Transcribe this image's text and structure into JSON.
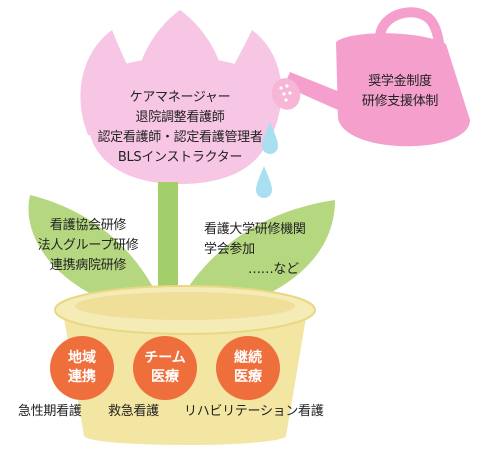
{
  "flower": {
    "lines": [
      "ケアマネージャー",
      "退院調整看護師",
      "認定看護師・認定看護管理者",
      "BLSインストラクター"
    ]
  },
  "watering_can": {
    "lines": [
      "奨学金制度",
      "研修支援体制"
    ]
  },
  "left_leaf": {
    "lines": [
      "看護協会研修",
      "法人グループ研修",
      "連携病院研修"
    ]
  },
  "right_leaf": {
    "lines": [
      "看護大学研修機関",
      "学会参加",
      "……など"
    ]
  },
  "circles": [
    {
      "line1": "地域",
      "line2": "連携"
    },
    {
      "line1": "チーム",
      "line2": "医療"
    },
    {
      "line1": "継続",
      "line2": "医療"
    }
  ],
  "bottom": {
    "items": [
      "急性期看護",
      "救急看護",
      "リハビリテーション看護"
    ]
  },
  "colors": {
    "flower": "#f7c6e4",
    "watering_can": "#f49fcc",
    "leaf": "#b4d77f",
    "stem": "#a3cf6a",
    "pot": "#f3e6a2",
    "circle": "#ef6f3c",
    "drop": "#a9dff0"
  }
}
